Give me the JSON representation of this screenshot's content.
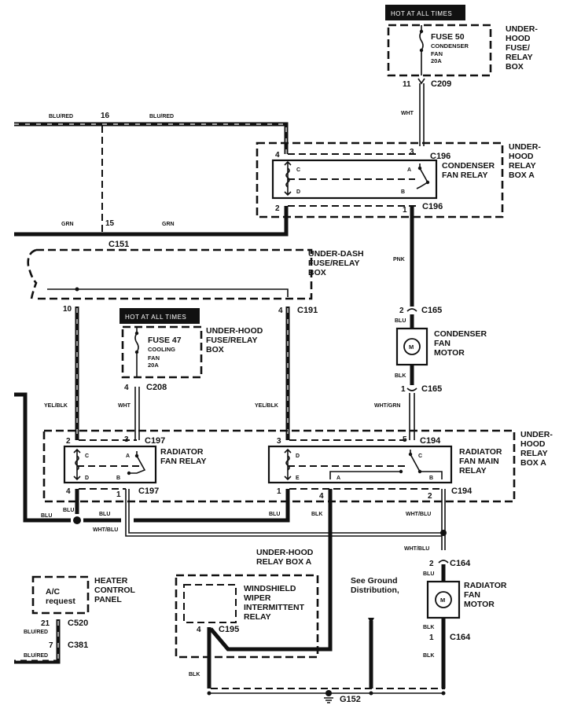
{
  "diagram": {
    "title": "Cooling Fan Circuit Wiring Diagram",
    "hot_label": "HOT AT ALL TIMES",
    "fuses": [
      {
        "name": "FUSE 50",
        "desc1": "CONDENSER",
        "desc2": "FAN",
        "rating": "20A",
        "box": "UNDER-HOOD FUSE/RELAY BOX"
      },
      {
        "name": "FUSE 47",
        "desc1": "COOLING",
        "desc2": "FAN",
        "rating": "20A",
        "box": "UNDER-HOOD FUSE/RELAY BOX"
      }
    ],
    "boxes": {
      "uh_fuse_relay_1": [
        "UNDER-",
        "HOOD",
        "FUSE/",
        "RELAY",
        "BOX"
      ],
      "uh_relay_a_1": [
        "UNDER-",
        "HOOD",
        "RELAY",
        "BOX A"
      ],
      "under_dash": [
        "UNDER-DASH",
        "FUSE/RELAY",
        "BOX"
      ],
      "uh_fuse_relay_2": [
        "UNDER-HOOD",
        "FUSE/RELAY",
        "BOX"
      ],
      "uh_relay_a_2": [
        "UNDER-",
        "HOOD",
        "RELAY",
        "BOX A"
      ],
      "uh_relay_a_3": [
        "UNDER-HOOD",
        "RELAY BOX A"
      ],
      "heater_panel": [
        "HEATER",
        "CONTROL",
        "PANEL"
      ]
    },
    "components": {
      "condenser_relay": [
        "CONDENSER",
        "FAN RELAY"
      ],
      "condenser_motor": [
        "CONDENSER",
        "FAN",
        "MOTOR"
      ],
      "radiator_relay": [
        "RADIATOR",
        "FAN RELAY"
      ],
      "radiator_main_relay": [
        "RADIATOR",
        "FAN MAIN",
        "RELAY"
      ],
      "radiator_motor": [
        "RADIATOR",
        "FAN",
        "MOTOR"
      ],
      "wiper_relay": [
        "WINDSHIELD",
        "WIPER",
        "INTERMITTENT",
        "RELAY"
      ],
      "ac_request": [
        "A/C",
        "request"
      ],
      "motor_symbol": "M"
    },
    "relay_terminals": {
      "a": "A",
      "b": "B",
      "c": "C",
      "d": "D",
      "e": "E"
    },
    "connectors": {
      "c209": "C209",
      "c196": "C196",
      "c151": "C151",
      "c191": "C191",
      "c208": "C208",
      "c197": "C197",
      "c194": "C194",
      "c165": "C165",
      "c164": "C164",
      "c195": "C195",
      "c520": "C520",
      "c381": "C381",
      "g152": "G152"
    },
    "pins": {
      "p11": "11",
      "p16": "16",
      "p15": "15",
      "p4": "4",
      "p3": "3",
      "p2": "2",
      "p1": "1",
      "p10": "10",
      "p5": "5",
      "p21": "21",
      "p7": "7"
    },
    "wires": {
      "blu_red": "BLU/RED",
      "grn": "GRN",
      "wht": "WHT",
      "pnk": "PNK",
      "blu": "BLU",
      "blk": "BLK",
      "wht_grn": "WHT/GRN",
      "yel_blk": "YEL/BLK",
      "wht_blu": "WHT/BLU"
    },
    "ground_note": [
      "See Ground",
      "Distribution,"
    ]
  }
}
